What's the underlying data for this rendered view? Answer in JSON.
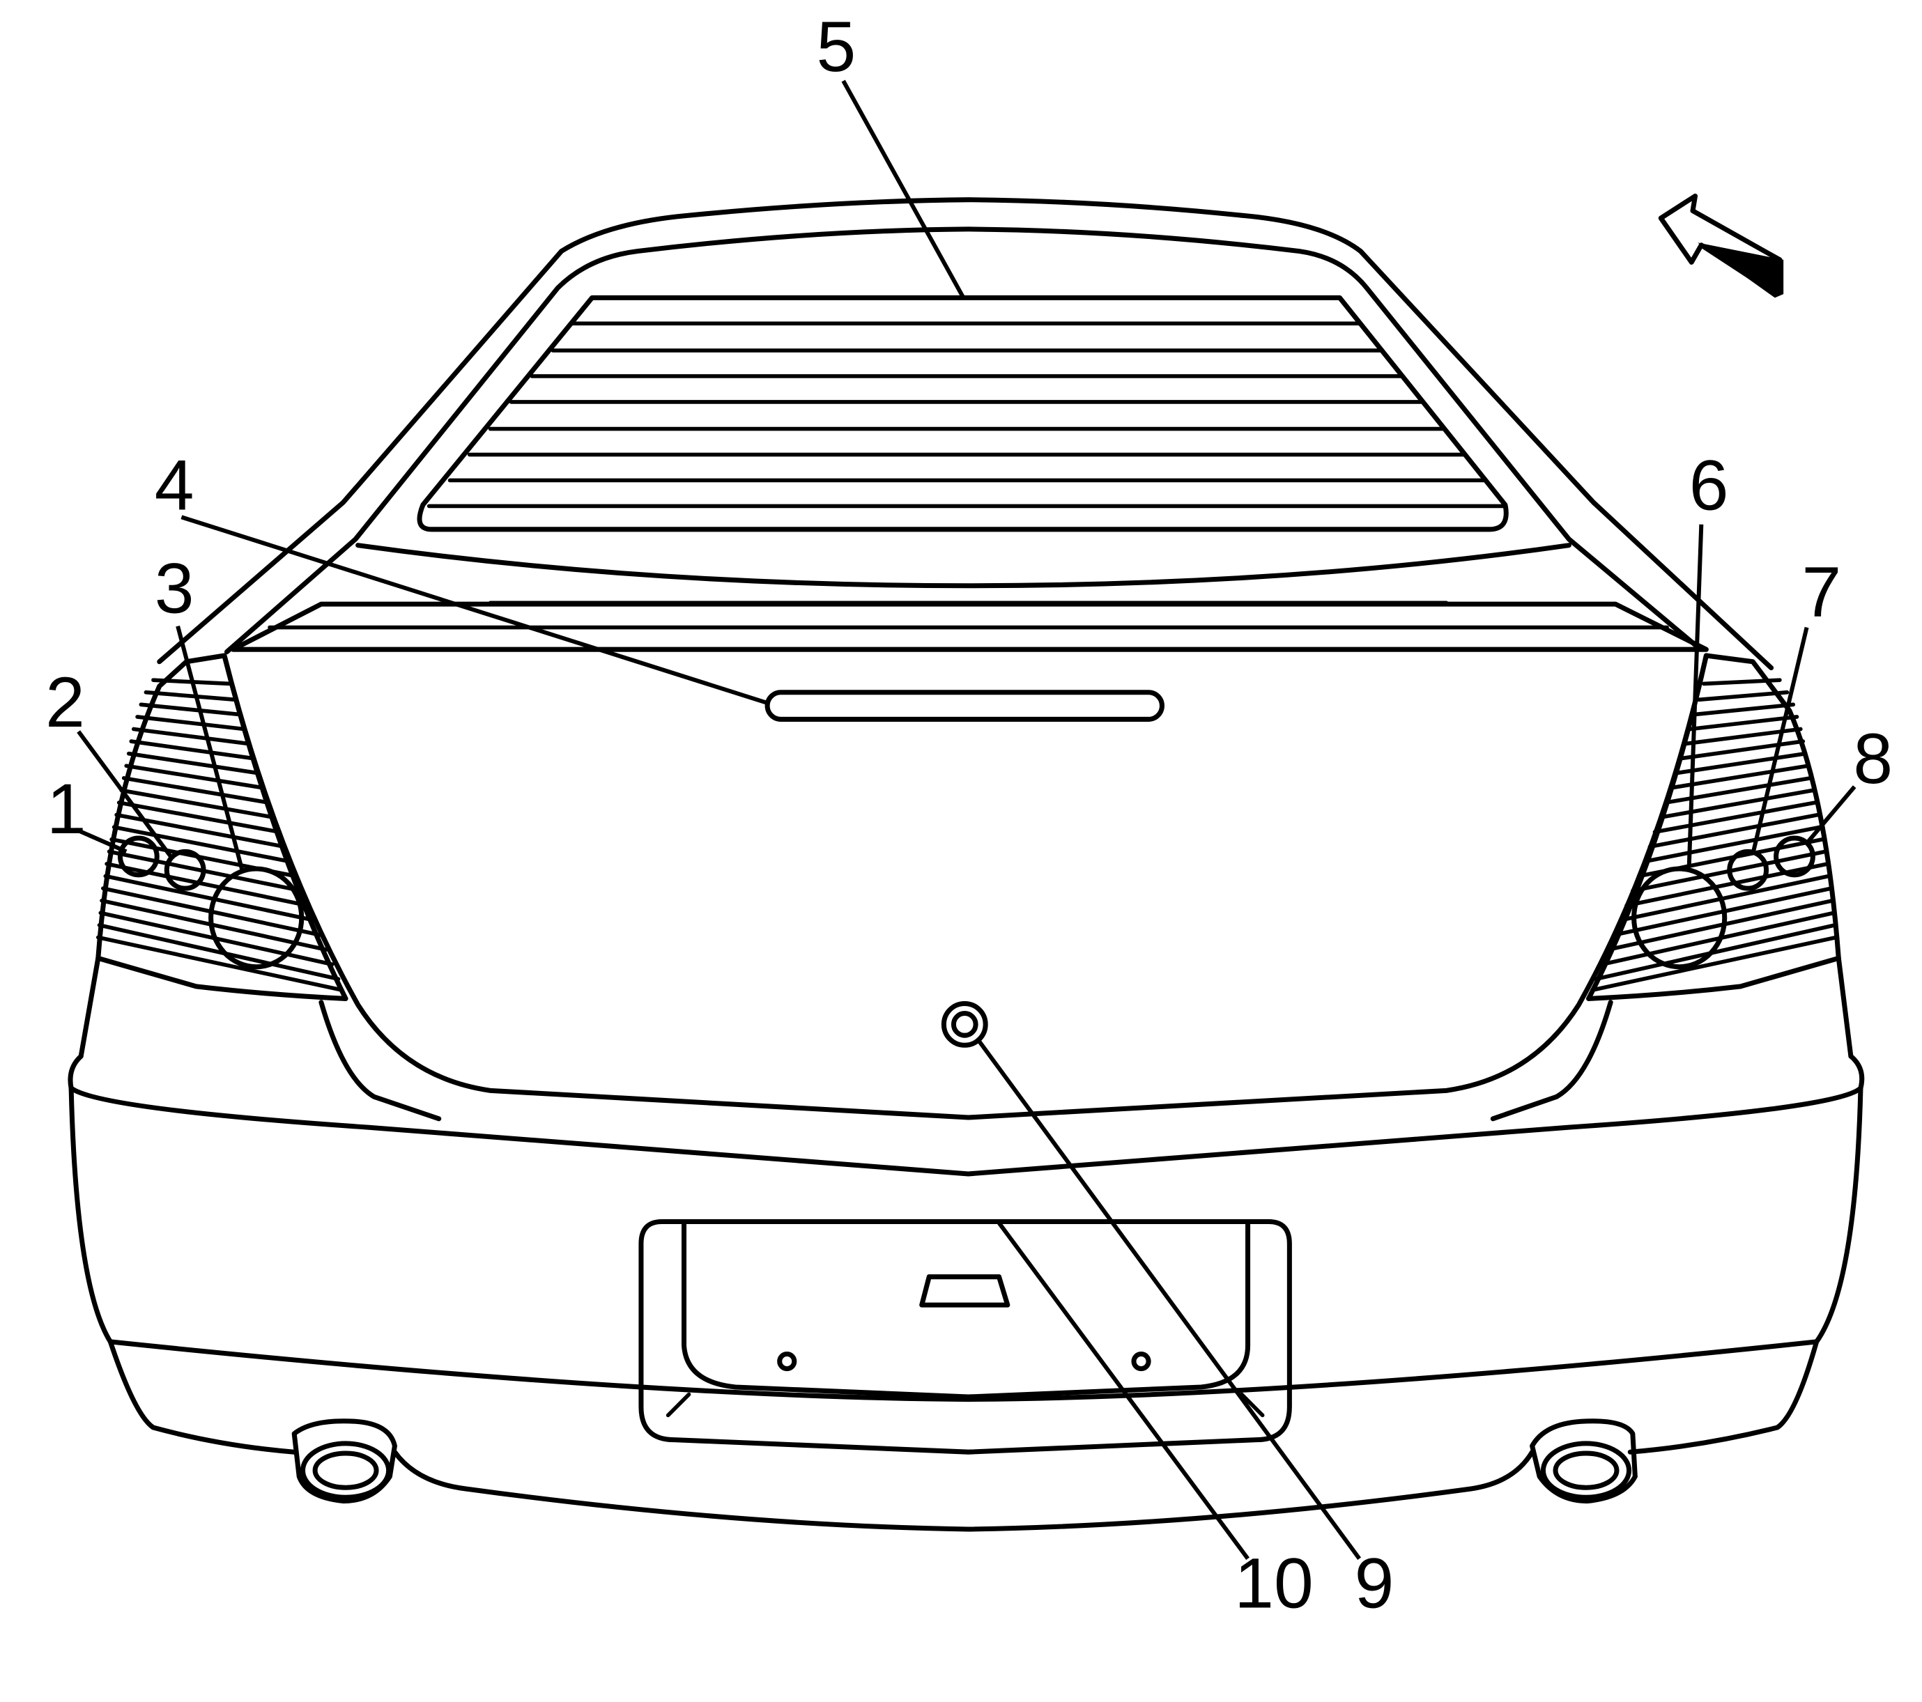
{
  "figure": {
    "view_arrow": "view-direction-arrow-icon",
    "callouts": [
      {
        "id": "1",
        "label": "1"
      },
      {
        "id": "2",
        "label": "2"
      },
      {
        "id": "3",
        "label": "3"
      },
      {
        "id": "4",
        "label": "4"
      },
      {
        "id": "5",
        "label": "5"
      },
      {
        "id": "6",
        "label": "6"
      },
      {
        "id": "7",
        "label": "7"
      },
      {
        "id": "8",
        "label": "8"
      },
      {
        "id": "9",
        "label": "9"
      },
      {
        "id": "10",
        "label": "10"
      }
    ]
  }
}
